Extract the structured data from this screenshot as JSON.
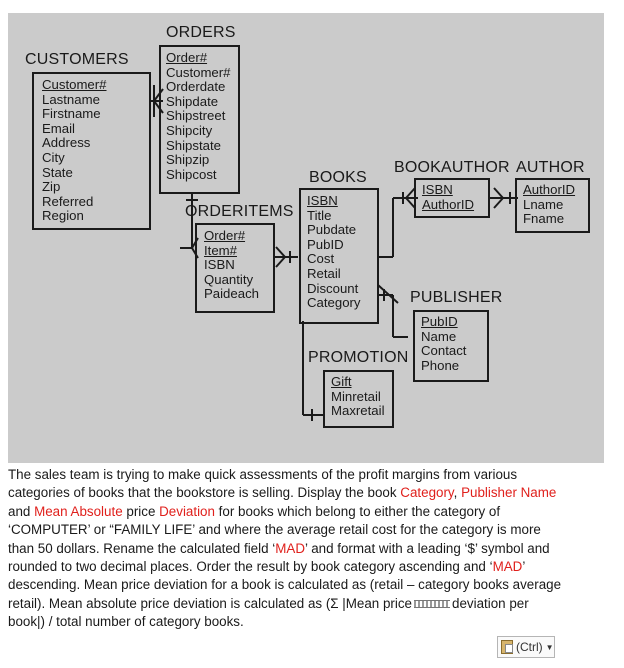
{
  "diagram": {
    "entities": {
      "customers": {
        "title": "CUSTOMERS",
        "fields": [
          "Customer#",
          "Lastname",
          "Firstname",
          "Email",
          "Address",
          "City",
          "State",
          "Zip",
          "Referred",
          "Region"
        ]
      },
      "orders": {
        "title": "ORDERS",
        "fields": [
          "Order#",
          "Customer#",
          "Orderdate",
          "Shipdate",
          "Shipstreet",
          "Shipcity",
          "Shipstate",
          "Shipzip",
          "Shipcost"
        ]
      },
      "orderitems": {
        "title": "ORDERITEMS",
        "fields": [
          "Order#",
          "Item#",
          "ISBN",
          "Quantity",
          "Paideach"
        ]
      },
      "books": {
        "title": "BOOKS",
        "fields": [
          "ISBN",
          "Title",
          "Pubdate",
          "PubID",
          "Cost",
          "Retail",
          "Discount",
          "Category"
        ]
      },
      "bookauthor": {
        "title": "BOOKAUTHOR",
        "fields": [
          "ISBN",
          "AuthorID"
        ]
      },
      "author": {
        "title": "AUTHOR",
        "fields": [
          "AuthorID",
          "Lname",
          "Fname"
        ]
      },
      "publisher": {
        "title": "PUBLISHER",
        "fields": [
          "PubID",
          "Name",
          "Contact",
          "Phone"
        ]
      },
      "promotion": {
        "title": "PROMOTION",
        "fields": [
          "Gift",
          "Minretail",
          "Maxretail"
        ]
      }
    }
  },
  "description": {
    "s1": "The sales team is trying to make quick assessments of the profit margins from various categories of books that the bookstore is selling. Display the book ",
    "k1": "Category",
    "s2": ", ",
    "k2": "Publisher Name",
    "s3": " and ",
    "k3": "Mean Absolute",
    "s4": " price ",
    "k4": "Deviation",
    "s5": " for books which belong to either the category of ‘COMPUTER’ or “FAMILY LIFE’ and where the average retail cost for the category is more than 50 dollars. Rename the calculated field ‘",
    "k5": "MAD",
    "s6": "’ and format with a leading ‘$’ symbol and rounded to two decimal places. Order the result by book category ascending and ‘",
    "k6": "MAD",
    "s7": "’ descending. Mean price deviation for a book is calculated as (retail – category books average retail). Mean absolute price deviation is calculated as (Σ |Mean price",
    "s8": "deviation per book|) / total number of category books."
  },
  "paste_options": {
    "label": "(Ctrl)"
  },
  "colors": {
    "highlight": "#e0201c",
    "diagram_bg": "#cbcbcb"
  }
}
